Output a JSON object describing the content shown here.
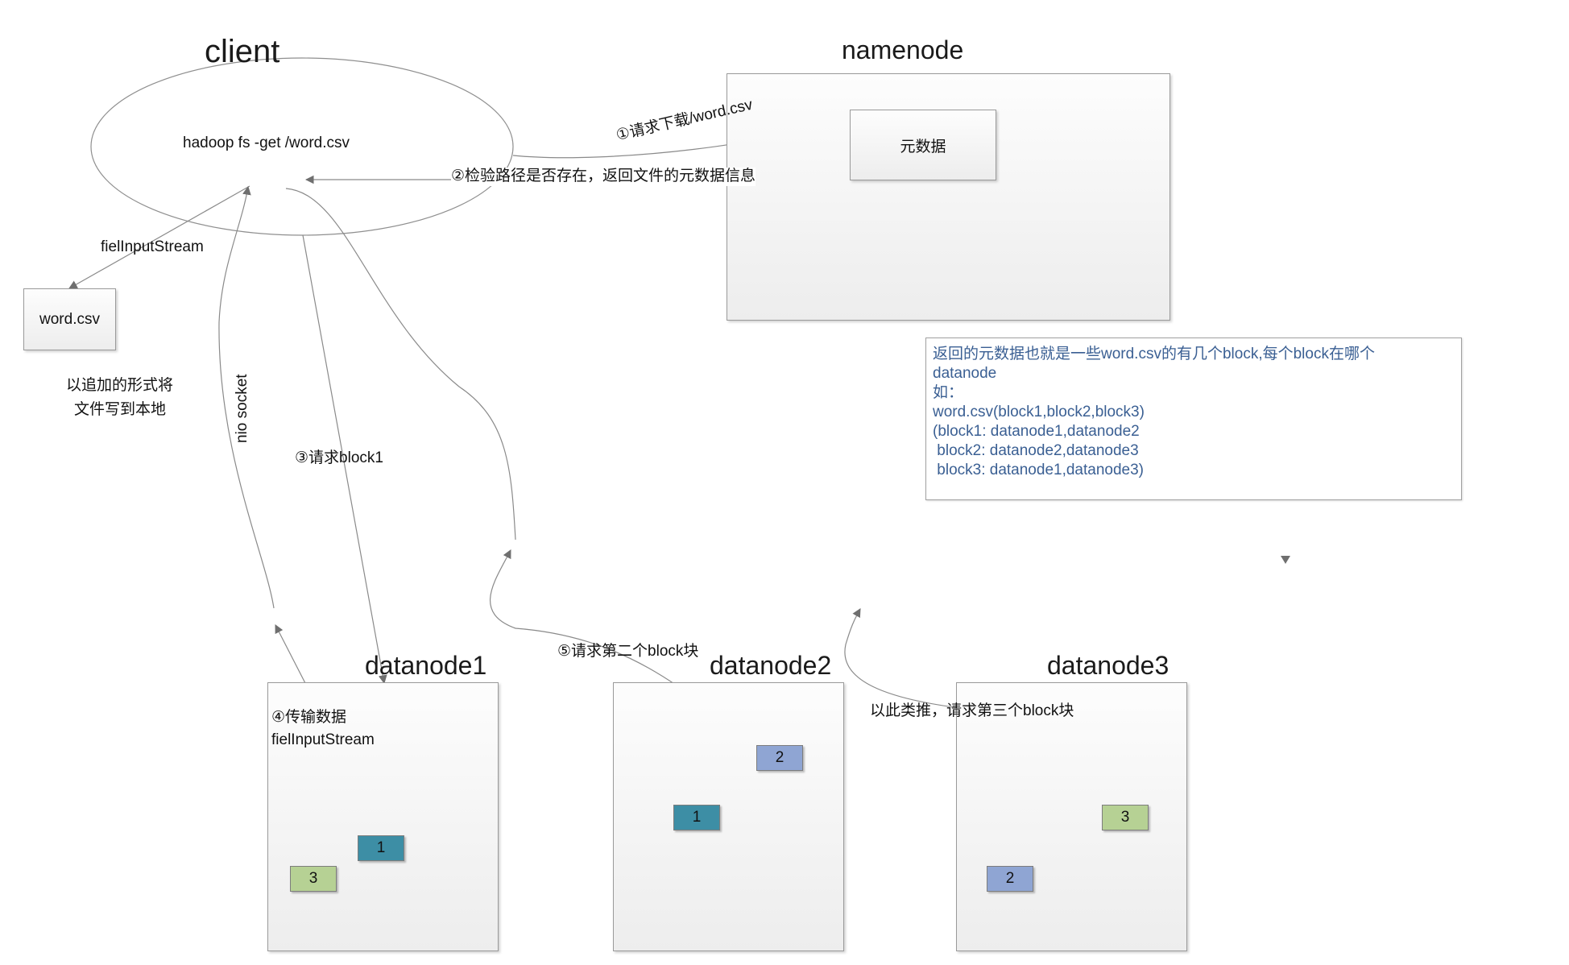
{
  "titles": {
    "client": "client",
    "namenode": "namenode",
    "datanode1": "datanode1",
    "datanode2": "datanode2",
    "datanode3": "datanode3"
  },
  "client": {
    "command": "hadoop fs -get /word.csv"
  },
  "namenode": {
    "metadata_label": "元数据"
  },
  "local_file": {
    "name": "word.csv"
  },
  "labels": {
    "step1": "①请求下载/word.csv",
    "step2": "②检验路径是否存在，返回文件的元数据信息",
    "input_stream": "fielInputStream",
    "append_line1": "以追加的形式将",
    "append_line2": "文件写到本地",
    "nio_socket": "nio socket",
    "step3": "③请求block1",
    "step4_line1": "④传输数据",
    "step4_line2": "fielInputStream",
    "step5": "⑤请求第二个block块",
    "and_so_on": "以此类推，请求第三个block块"
  },
  "note": {
    "lines": [
      "返回的元数据也就是一些word.csv的有几个block,每个block在哪个",
      "datanode",
      "如：",
      "word.csv(block1,block2,block3)",
      "(block1: datanode1,datanode2",
      " block2: datanode2,datanode3",
      " block3: datanode1,datanode3)"
    ]
  },
  "blocks": {
    "dn1": [
      "1",
      "3"
    ],
    "dn2": [
      "2",
      "1"
    ],
    "dn3": [
      "3",
      "2"
    ]
  },
  "colors": {
    "block1": "#3d8ea5",
    "block2": "#8fa5d3",
    "block3": "#b6d194",
    "note_text": "#3a5f93",
    "line": "#8a8a8a"
  }
}
